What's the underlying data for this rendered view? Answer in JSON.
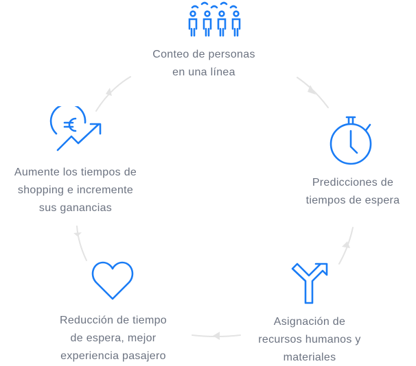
{
  "colors": {
    "accent": "#1a7cf5",
    "text": "#6b7280",
    "arc": "#e3e3e3"
  },
  "steps": [
    {
      "icon": "people-queue-icon",
      "lines": [
        "Conteo de personas",
        "en una línea"
      ]
    },
    {
      "icon": "stopwatch-icon",
      "lines": [
        "Predicciones de",
        "tiempos de espera"
      ]
    },
    {
      "icon": "split-arrow-icon",
      "lines": [
        "Asignación de",
        "recursos humanos y",
        "materiales"
      ]
    },
    {
      "icon": "heart-icon",
      "lines": [
        "Reducción de tiempo",
        "de espera, mejor",
        "experiencia pasajero"
      ]
    },
    {
      "icon": "euro-growth-icon",
      "lines": [
        "Aumente los tiempos de",
        "shopping e incremente",
        "sus ganancias"
      ]
    }
  ]
}
